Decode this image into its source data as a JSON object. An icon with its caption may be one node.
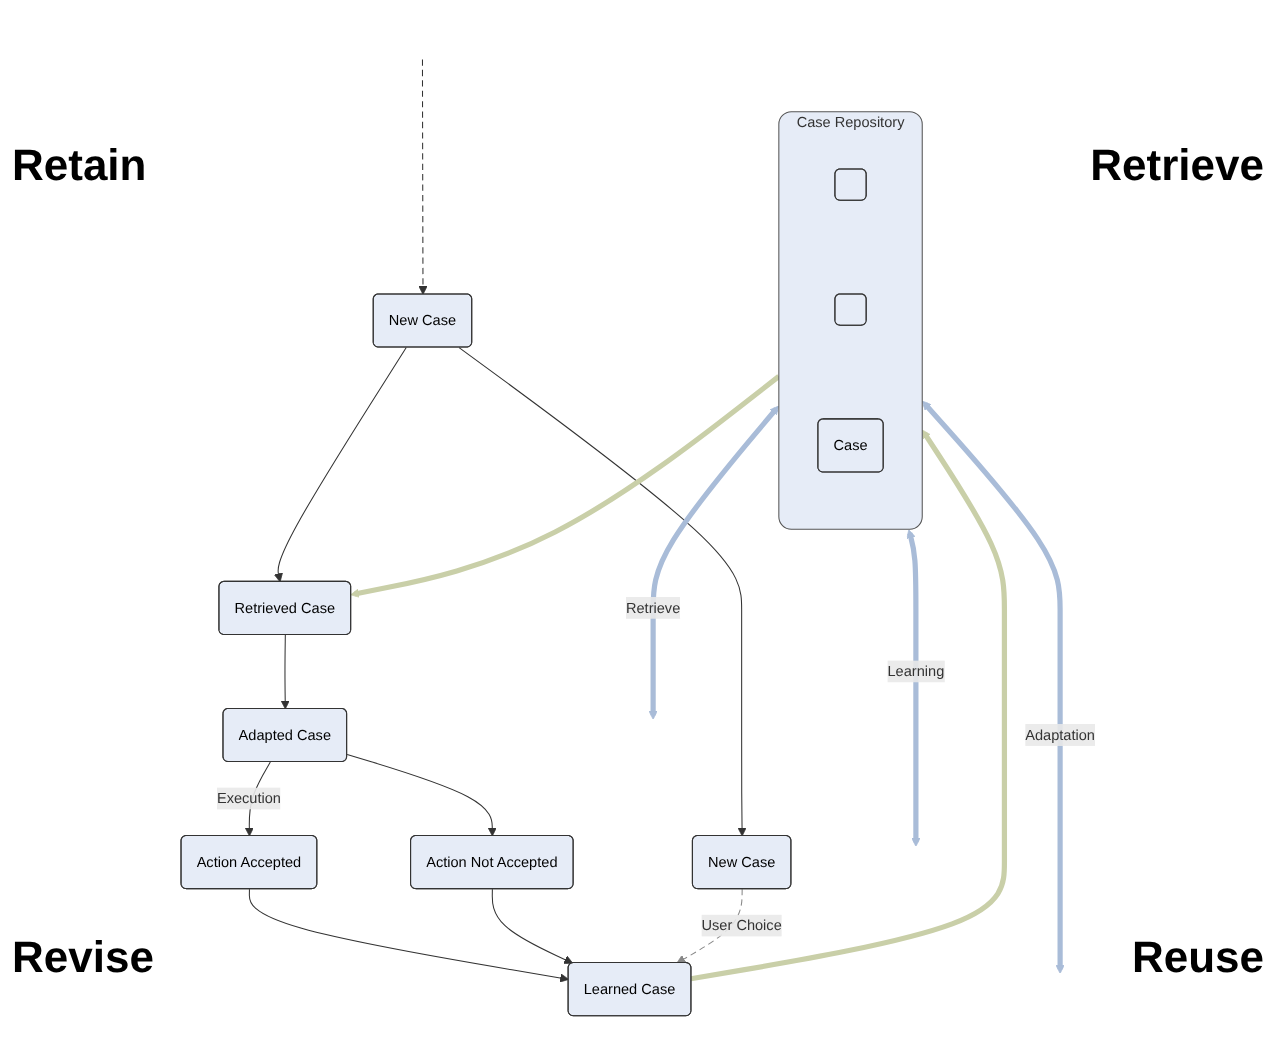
{
  "diagram": {
    "nodes": [
      {
        "text": [
          "New Case"
        ]
      },
      {
        "text": [
          "Learned Case"
        ]
      },
      {
        "text": [
          "Case Repository"
        ]
      },
      {
        "text": [],
        "shape": "box",
        "in": 2
      },
      {
        "text": [],
        "shape": "box",
        "in": 2
      },
      {
        "text": [
          "Case"
        ],
        "in": 2
      },
      {
        "text": [
          "Retrieved Case"
        ]
      },
      {
        "text": [
          "New Case"
        ]
      },
      {
        "text": [
          "Action Not Accepted"
        ]
      },
      {
        "text": [
          "Action Accepted"
        ]
      },
      {
        "text": [
          "Adapted Case"
        ]
      }
    ],
    "edges": [
      {
        "from": null,
        "to": 0,
        "arrow": "to",
        "style": "dashed"
      },
      {
        "from": 0,
        "to": 6,
        "arrow": "to"
      },
      {
        "from": 0,
        "to": 7,
        "arrow": "to"
      },
      {
        "from": 1,
        "to": 2,
        "arrow": "to",
        "style": "thick",
        "color": "#c9cfa8"
      },
      {
        "from": 2,
        "to": 6,
        "arrow": "to",
        "style": "thick",
        "color": "#c9cfa8"
      },
      {
        "from": 2,
        "to": null,
        "arrow": "both",
        "style": "thick",
        "color": "#a9bcd8",
        "label": "Retrieve"
      },
      {
        "from": 2,
        "to": null,
        "arrow": "both",
        "style": "thick",
        "color": "#a9bcd8",
        "label": "Learning"
      },
      {
        "from": 2,
        "to": null,
        "arrow": "both",
        "style": "thick",
        "color": "#a9bcd8",
        "label": "Adaptation"
      },
      {
        "from": 6,
        "to": 10,
        "arrow": "to"
      },
      {
        "from": 10,
        "to": 9,
        "arrow": "to",
        "label": "Execution"
      },
      {
        "from": 10,
        "to": 8,
        "arrow": "to"
      },
      {
        "from": 9,
        "to": 1,
        "arrow": "to"
      },
      {
        "from": 8,
        "to": 1,
        "arrow": "to"
      },
      {
        "from": 7,
        "to": 1,
        "arrow": "to",
        "style": "dashed",
        "color": "#888888",
        "label": "User Choice"
      }
    ],
    "labels": [
      "Retain",
      "Retrieve",
      "Revise",
      "Reuse"
    ]
  }
}
